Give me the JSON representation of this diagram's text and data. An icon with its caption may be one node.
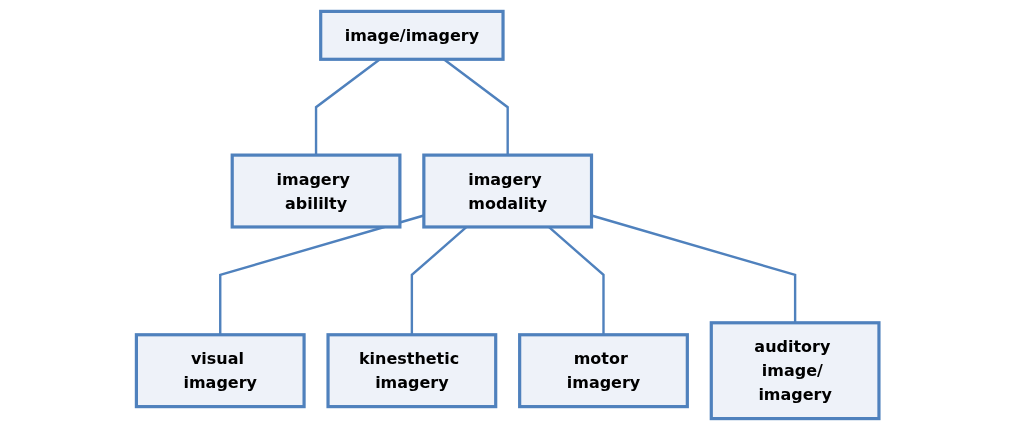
{
  "diagram": {
    "nodes": [
      {
        "text": [
          "image/imagery"
        ]
      },
      {
        "text": [
          "imagery abililty"
        ]
      },
      {
        "text": [
          "imagery modality"
        ]
      },
      {
        "text": [
          "visual imagery"
        ]
      },
      {
        "text": [
          "kinesthetic imagery"
        ]
      },
      {
        "text": [
          "motor imagery"
        ]
      },
      {
        "text": [
          "auditory image/ imagery"
        ]
      }
    ],
    "edges": [
      {
        "from": 0,
        "to": 1,
        "arrow": "none"
      },
      {
        "from": 0,
        "to": 2,
        "arrow": "none"
      },
      {
        "from": 2,
        "to": 3,
        "arrow": "none"
      },
      {
        "from": 2,
        "to": 4,
        "arrow": "none"
      },
      {
        "from": 2,
        "to": 5,
        "arrow": "none"
      },
      {
        "from": 2,
        "to": 6,
        "arrow": "none"
      }
    ]
  }
}
